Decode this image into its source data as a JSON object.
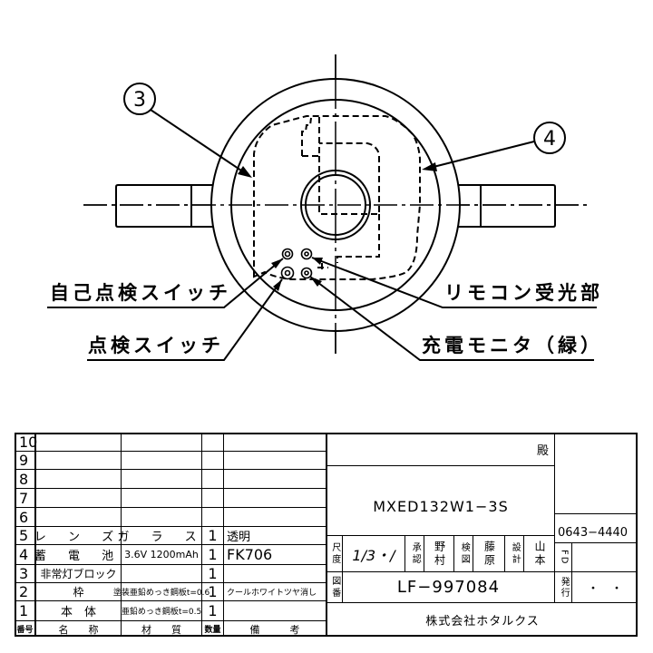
{
  "drawing": {
    "callouts": [
      {
        "id": "3",
        "label": "3"
      },
      {
        "id": "4",
        "label": "4"
      }
    ],
    "labels": {
      "self_check_switch": "自己点検スイッチ",
      "check_switch": "点検スイッチ",
      "remote_receiver": "リモコン受光部",
      "charge_monitor": "充電モニタ（緑）"
    }
  },
  "parts_table": {
    "headers": {
      "no": "番号",
      "name": "名　　称",
      "material": "材　　質",
      "qty": "数量",
      "remarks": "備　　　考"
    },
    "rows": [
      {
        "no": "10",
        "name": "",
        "material": "",
        "qty": "",
        "remarks": ""
      },
      {
        "no": "9",
        "name": "",
        "material": "",
        "qty": "",
        "remarks": ""
      },
      {
        "no": "8",
        "name": "",
        "material": "",
        "qty": "",
        "remarks": ""
      },
      {
        "no": "7",
        "name": "",
        "material": "",
        "qty": "",
        "remarks": ""
      },
      {
        "no": "6",
        "name": "",
        "material": "",
        "qty": "",
        "remarks": ""
      },
      {
        "no": "5",
        "name": "レ ン ズ",
        "material": "ガ ラ ス",
        "qty": "1",
        "remarks": "透明"
      },
      {
        "no": "4",
        "name": "蓄 電 池",
        "material": "3.6V 1200mAh",
        "qty": "1",
        "remarks": "FK706"
      },
      {
        "no": "3",
        "name": "非常灯ブロック",
        "material": "",
        "qty": "1",
        "remarks": ""
      },
      {
        "no": "2",
        "name": "枠",
        "material": "塗装亜鉛めっき鋼板t=0.6",
        "qty": "1",
        "remarks": "クールホワイトツヤ消し"
      },
      {
        "no": "1",
        "name": "本　体",
        "material": "亜鉛めっき鋼板t=0.5",
        "qty": "1",
        "remarks": ""
      }
    ]
  },
  "title_block": {
    "addressee_suffix": "殿",
    "model": "MXED132W1−3S",
    "scale_label": "尺度",
    "scale_value": "1/3・/",
    "approved_label": "承認",
    "approved_name": "野村",
    "checked_label": "検図",
    "checked_name": "藤原",
    "designed_label": "設計",
    "designed_name": "山本",
    "drawing_no_label": "図番",
    "drawing_no": "LF−997084",
    "company": "株式会社ホタルクス",
    "code": "0643−4440",
    "fd_label": "FD",
    "fd_value": "",
    "issue_label": "発行",
    "issue_value": "・　・"
  }
}
